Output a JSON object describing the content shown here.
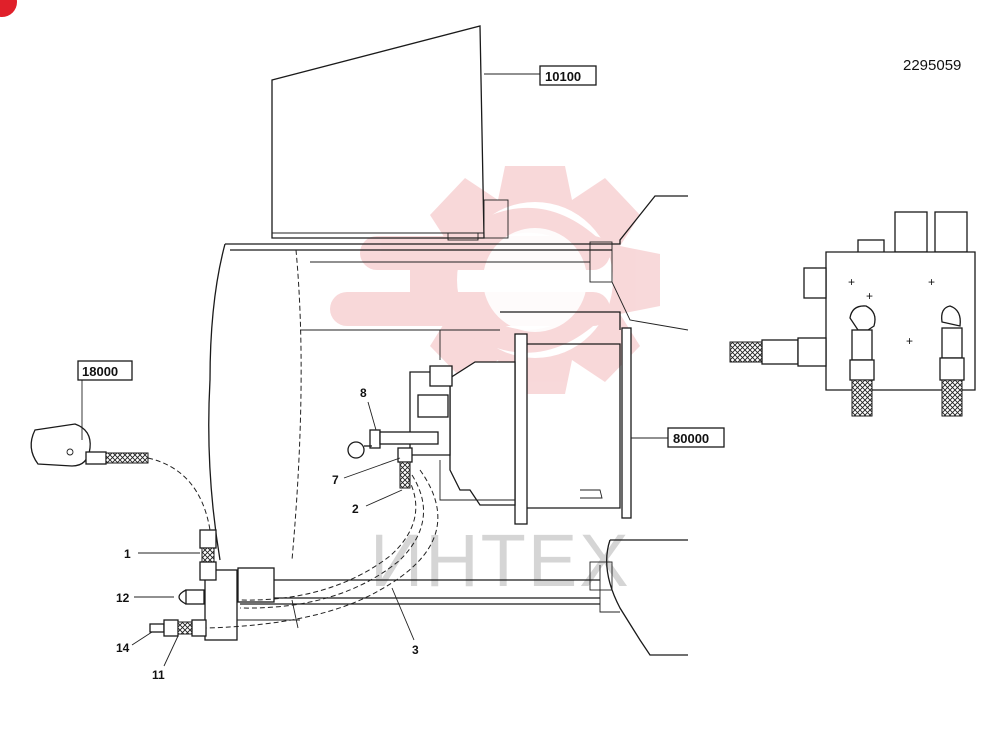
{
  "document_number": "2295059",
  "watermark": {
    "text": "ИНТЕХ",
    "logo_color": "#f3b9bb"
  },
  "assemblies": [
    {
      "id": "10100"
    },
    {
      "id": "18000"
    },
    {
      "id": "80000"
    }
  ],
  "callouts": [
    "1",
    "2",
    "3",
    "7",
    "8",
    "11",
    "12",
    "14"
  ],
  "colors": {
    "line": "#1a1a1a",
    "corner_mark": "#e0202a"
  }
}
